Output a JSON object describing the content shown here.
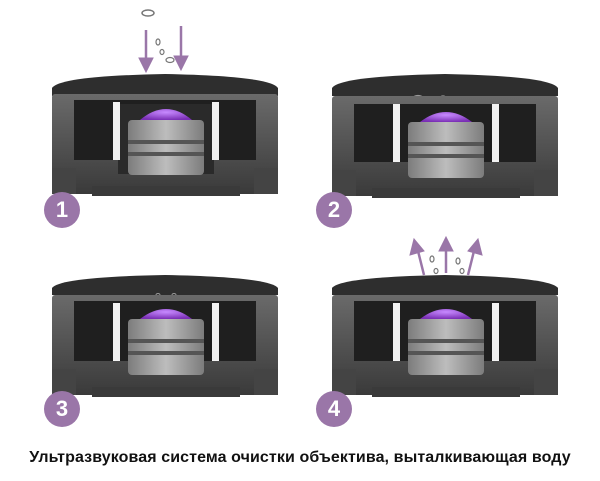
{
  "panels": [
    {
      "id": 1,
      "label": "1",
      "state": "droplets-falling"
    },
    {
      "id": 2,
      "label": "2",
      "state": "droplets-on-surface"
    },
    {
      "id": 3,
      "label": "3",
      "state": "vibrating"
    },
    {
      "id": 4,
      "label": "4",
      "state": "droplets-ejected"
    }
  ],
  "caption": "Ультразвуковая система очистки объектива, выталкивающая воду",
  "colors": {
    "accent": "#9a76a8",
    "housing": "#4a4a4a",
    "lens": "#8a3fc0",
    "cap": "#2e2e2e"
  }
}
